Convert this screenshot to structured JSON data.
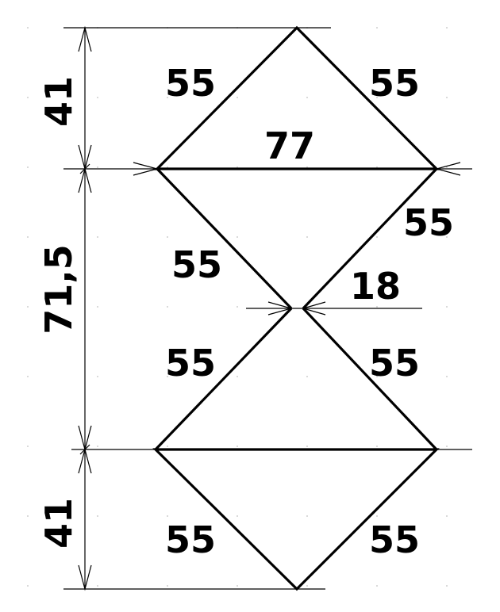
{
  "colors": {
    "line": "#000000",
    "background": "#ffffff",
    "grid_dot": "#cfcfcf"
  },
  "diagram": {
    "vertical_dimensions": [
      "41",
      "71,5",
      "41"
    ],
    "top_triangle": {
      "left_side": "55",
      "right_side": "55",
      "base": "77"
    },
    "upper_inverted_triangle": {
      "left_side": "55",
      "right_side": "55",
      "gap": "18"
    },
    "lower_triangle": {
      "left_side": "55",
      "right_side": "55"
    },
    "bottom_inverted_triangle": {
      "left_side": "55",
      "right_side": "55"
    }
  }
}
